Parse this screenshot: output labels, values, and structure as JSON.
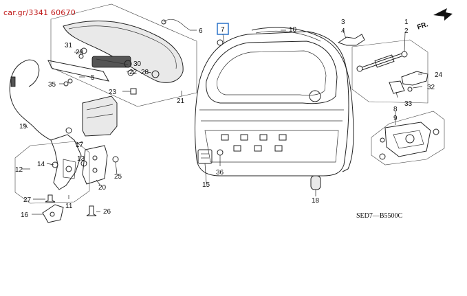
{
  "watermark": "car.gr/3341 60670",
  "diagram_code": "SED7—B5500C",
  "front_arrow_label": "FR.",
  "highlighted_part": "7",
  "callouts": {
    "c1": "1",
    "c2": "2",
    "c3": "3",
    "c4": "4",
    "c5": "5",
    "c6": "6",
    "c7": "7",
    "c8": "8",
    "c9": "9",
    "c10": "10",
    "c11": "11",
    "c12": "12",
    "c13": "13",
    "c14": "14",
    "c15": "15",
    "c16": "16",
    "c17": "17",
    "c18": "18",
    "c19": "19",
    "c20": "20",
    "c21": "21",
    "c22": "22",
    "c23": "23",
    "c24": "24",
    "c25": "25",
    "c26": "26",
    "c27": "27",
    "c28": "28",
    "c29": "29",
    "c30": "30",
    "c31": "31",
    "c32": "32",
    "c33": "33",
    "c35": "35",
    "c36": "36"
  }
}
